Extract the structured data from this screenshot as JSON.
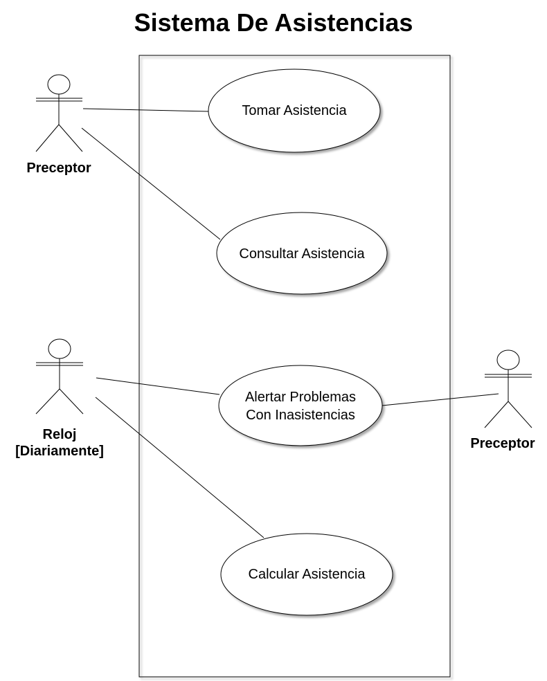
{
  "diagram": {
    "title": "Sistema De Asistencias",
    "actors": [
      {
        "id": "preceptor-left",
        "label": "Preceptor"
      },
      {
        "id": "reloj",
        "label_line1": "Reloj",
        "label_line2": "[Diariamente]"
      },
      {
        "id": "preceptor-right",
        "label": "Preceptor"
      }
    ],
    "use_cases": [
      {
        "id": "tomar",
        "label": "Tomar Asistencia"
      },
      {
        "id": "consultar",
        "label": "Consultar Asistencia"
      },
      {
        "id": "alertar",
        "label_line1": "Alertar Problemas",
        "label_line2": "Con Inasistencias"
      },
      {
        "id": "calcular",
        "label": "Calcular Asistencia"
      }
    ],
    "associations": [
      {
        "from": "preceptor-left",
        "to": "tomar"
      },
      {
        "from": "preceptor-left",
        "to": "consultar"
      },
      {
        "from": "reloj",
        "to": "alertar"
      },
      {
        "from": "reloj",
        "to": "calcular"
      },
      {
        "from": "preceptor-right",
        "to": "alertar"
      }
    ]
  }
}
